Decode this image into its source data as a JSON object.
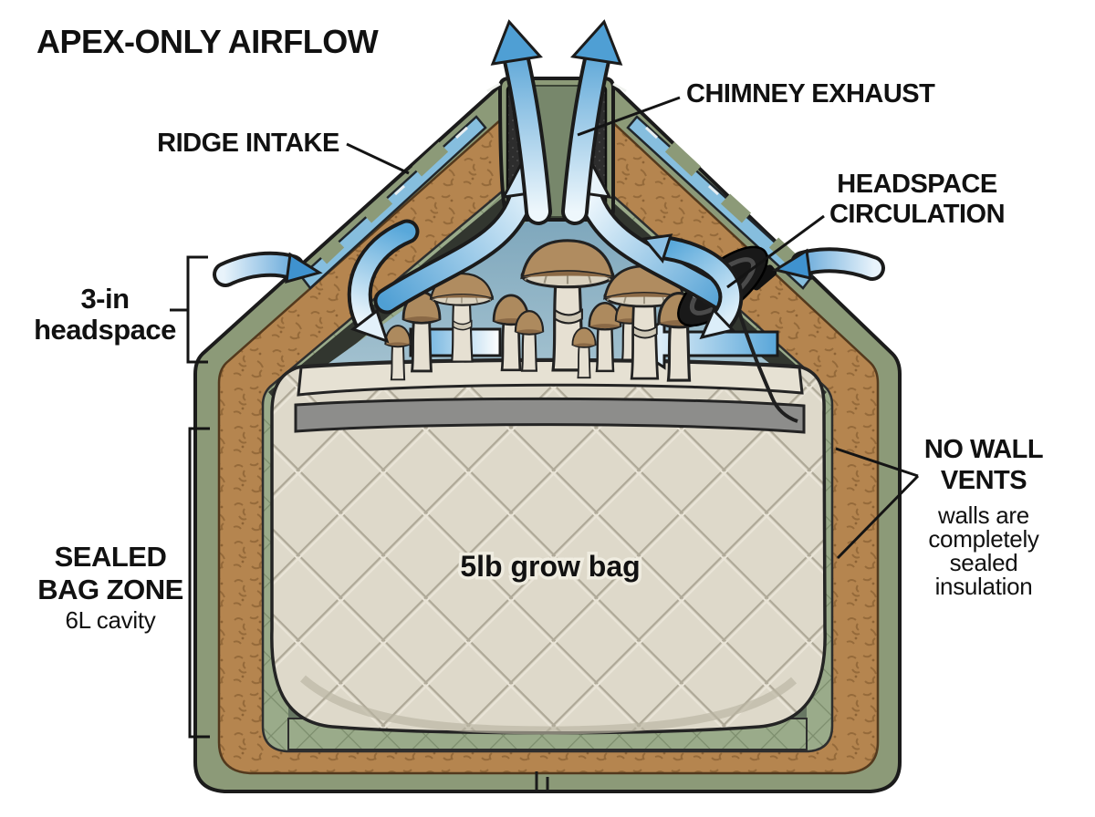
{
  "title": "APEX-ONLY AIRFLOW",
  "labels": {
    "ridge_intake": "RIDGE INTAKE",
    "chimney_exhaust": "CHIMNEY EXHAUST",
    "headspace_circulation": {
      "line1": "HEADSPACE",
      "line2": "CIRCULATION"
    },
    "headspace_measure": {
      "line1": "3-in",
      "line2": "headspace"
    },
    "sealed_bag_zone": {
      "line1": "SEALED",
      "line2": "BAG ZONE",
      "line3": "6L cavity"
    },
    "grow_bag": "5lb grow bag",
    "no_wall_vents": {
      "line1": "NO WALL",
      "line2": "VENTS",
      "line3": "walls are",
      "line4": "completely",
      "line5": "sealed",
      "line6": "insulation"
    }
  },
  "colors": {
    "shell_green": "#8c9a78",
    "lining_green": "#9aab8a",
    "insulation_brown": "#b5854f",
    "roof_lining_dark": "#32362f",
    "headspace_blue_top": "#6f9cb4",
    "headspace_blue_bottom": "#b3cdd8",
    "cavity_dark": "#687763",
    "bag_cream": "#ded9ca",
    "bag_band_gray": "#8d8d8b",
    "mushroom_cap": "#b08c60",
    "mushroom_stem": "#e6e0d2",
    "arrow_blue": "#4f9fd4",
    "arrow_light": "#eaf5fc",
    "chimney_filter_dark": "#2d2d2d",
    "outline": "#1b1b1b",
    "label_text": "#111111"
  }
}
